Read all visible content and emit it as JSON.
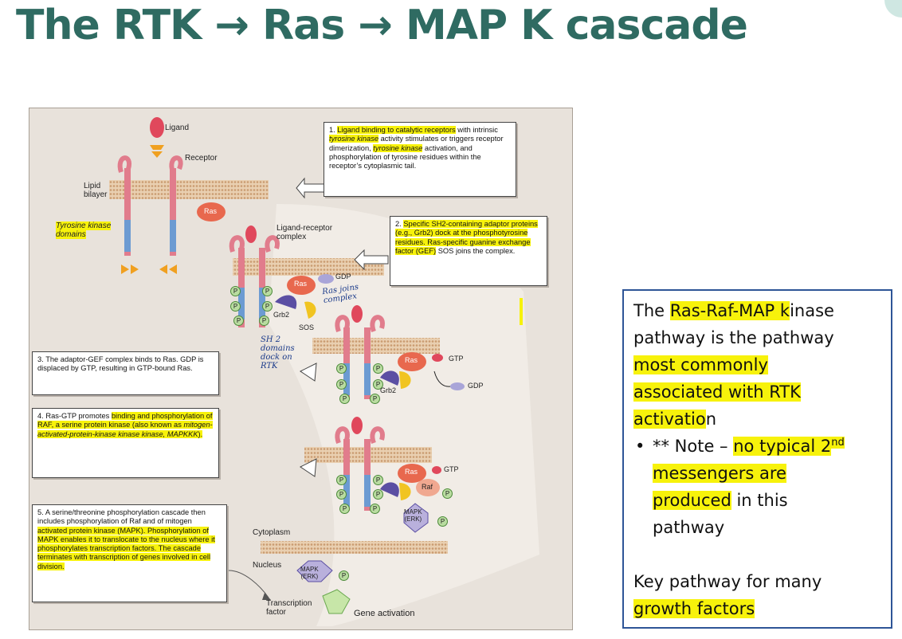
{
  "title": "The RTK → Ras → MAP K cascade",
  "figure": {
    "labels": {
      "ligand": "Ligand",
      "receptor": "Receptor",
      "lipid_bilayer_1": "Lipid",
      "lipid_bilayer_2": "bilayer",
      "tk_domains_1": "Tyrosine kinase",
      "tk_domains_2": "domains",
      "ligand_receptor_1": "Ligand-receptor",
      "ligand_receptor_2": "complex",
      "ras": "Ras",
      "gdp": "GDP",
      "gtp": "GTP",
      "grb2": "Grb2",
      "sos": "SOS",
      "p": "P",
      "raf": "Raf",
      "mapk_1": "MAPK",
      "mapk_2": "(ERK)",
      "cytoplasm": "Cytoplasm",
      "nucleus": "Nucleus",
      "transcription_1": "Transcription",
      "transcription_2": "factor",
      "gene_activation": "Gene activation"
    },
    "handwriting": {
      "ras_joins_1": "Ras joins",
      "ras_joins_2": "complex",
      "sh2_1": "SH 2",
      "sh2_2": "domains",
      "sh2_3": "dock on",
      "sh2_4": "RTK"
    },
    "steps": {
      "s1": {
        "num": "1.",
        "hl": "Ligand binding to catalytic receptors",
        "t1": " with intrinsic ",
        "i1": "tyrosine kinase",
        "t2": " activity stimulates or triggers receptor dimerization, ",
        "i2": "tyrosine kinase",
        "t3": " activation, and phosphorylation of tyrosine residues within the receptor’s cytoplasmic tail."
      },
      "s2": {
        "num": "2.",
        "hl": "Specific SH2-containing adaptor proteins (e.g., Grb2) dock at the phosphotyrosine residues. Ras-specific guanine exchange factor (GEF)",
        "t1": " SOS joins the complex."
      },
      "s3": {
        "num": "3.",
        "t1": "The adaptor-GEF complex binds to Ras. GDP is displaced by GTP, resulting in GTP-bound Ras."
      },
      "s4": {
        "num": "4.",
        "t1": "Ras-GTP promotes ",
        "hl1": "binding and phosphorylation of RAF, a serine protein kinase (also known as ",
        "i1": "mitogen-activated-protein-kinase kinase kinase, MAPKKK",
        "hl2": ")."
      },
      "s5": {
        "num": "5.",
        "t1": "A serine/threonine phosphorylation cascade then includes phosphorylation of Raf and of mitogen ",
        "hl1": "activated protein kinase (MAPK). Phosphorylation of MAPK enables it to translocate to the nucleus where it phosphorylates transcription factors. The cascade terminates with transcription of genes involved in cell division."
      }
    }
  },
  "notes": {
    "p1_pre": "The ",
    "p1_hl": "Ras-Raf-MAP k",
    "p1_post": "inase",
    "p2": "pathway is the pathway",
    "p3_hl": "most commonly",
    "p4_hl": "associated with RTK",
    "p5_hl": "activatio",
    "p5_post": "n",
    "b1_pre": "** Note – ",
    "b1_hl": "no typical 2",
    "b1_sup": "nd",
    "b2_hl": "messengers are",
    "b3_hl": "produced",
    "b3_post": " in this",
    "b4": "pathway",
    "k1": "Key pathway for many",
    "k2_hl": "growth factors"
  },
  "colors": {
    "title": "#2f6b62",
    "highlight": "#f7f20b",
    "receptor": "#e17c8c",
    "ras": "#e8684e",
    "membrane": "#d9b58f",
    "note_border": "#2e5597"
  }
}
